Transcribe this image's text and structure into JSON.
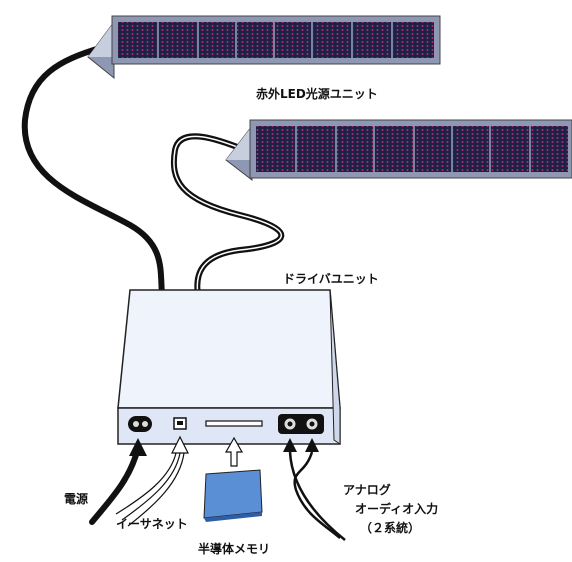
{
  "labels": {
    "led_unit": "赤外LED光源ユニット",
    "driver_unit": "ドライバユニット",
    "power": "電源",
    "ethernet": "イーサネット",
    "memory": "半導体メモリ",
    "analog_line1": "アナログ",
    "analog_line2": "オーディオ入力",
    "analog_line3": "（２系統）"
  },
  "colors": {
    "panel_frame": "#8f98b3",
    "panel_face": "#1d2147",
    "led_dot": "#b0306a",
    "box_fill": "#dfe7f7",
    "box_top": "#eef3fc",
    "cable": "#111111",
    "memory_card": "#5a8fd6"
  },
  "icons": {
    "power_jack": "power-jack-icon",
    "ethernet_port": "ethernet-port-icon",
    "card_slot": "card-slot-icon",
    "audio_jacks": "audio-jack-icon"
  }
}
